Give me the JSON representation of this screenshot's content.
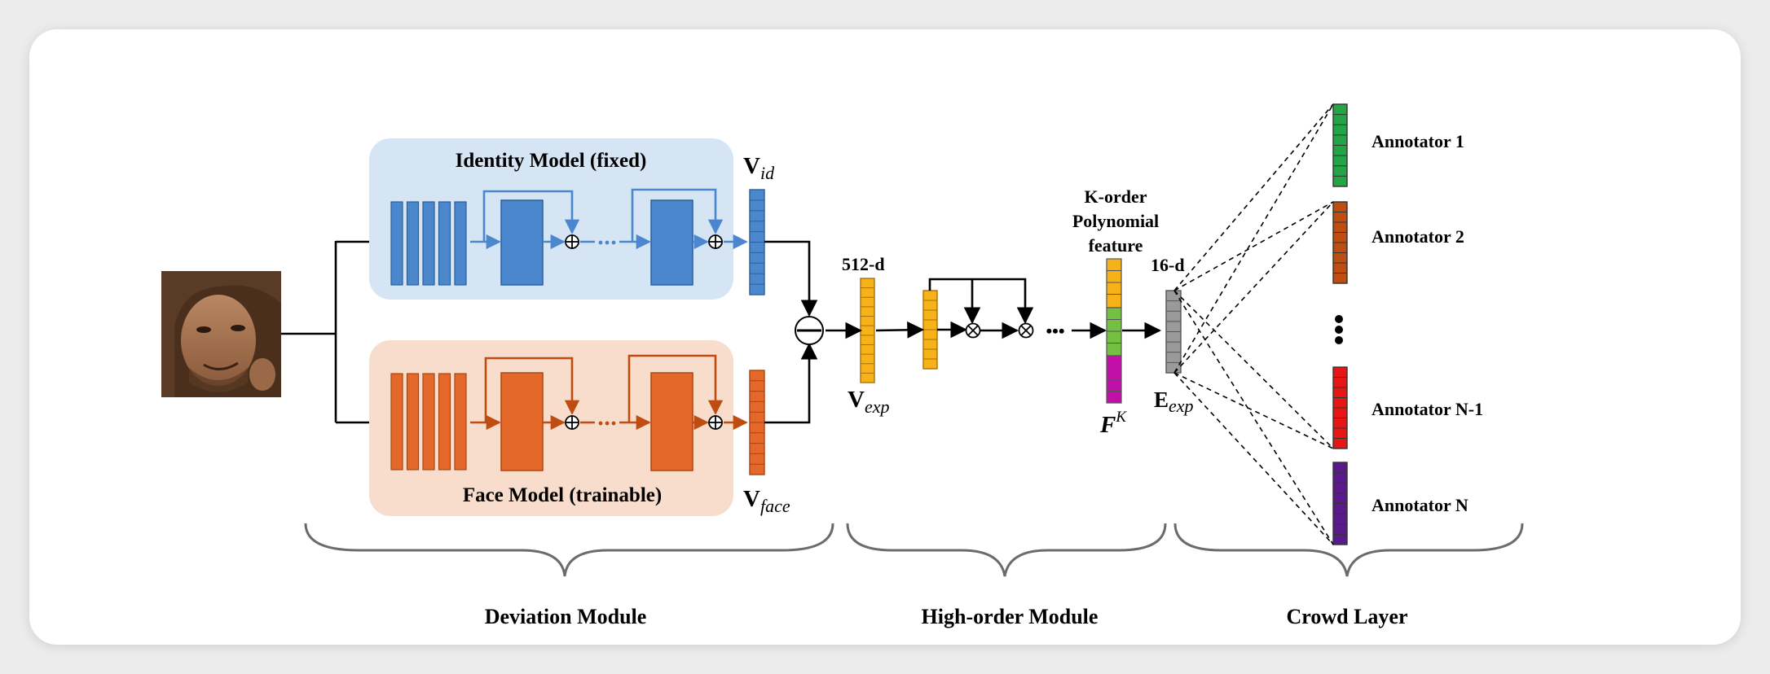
{
  "identity_model": {
    "title": "Identity Model (fixed)"
  },
  "face_model": {
    "title": "Face Model (trainable)"
  },
  "vectors": {
    "v_id": {
      "main": "V",
      "sub": "id"
    },
    "v_face": {
      "main": "V",
      "sub": "face"
    },
    "v_exp": {
      "main": "V",
      "sub": "exp",
      "dim": "512-d"
    },
    "fk": {
      "main": "F",
      "sup": "K"
    },
    "e_exp": {
      "main": "E",
      "sub": "exp",
      "dim": "16-d"
    }
  },
  "polynomial_caption": [
    "K-order",
    "Polynomial",
    "feature"
  ],
  "annotators": [
    "Annotator 1",
    "Annotator 2",
    "Annotator N-1",
    "Annotator N"
  ],
  "modules": [
    "Deviation Module",
    "High-order Module",
    "Crowd Layer"
  ],
  "ellipsis": "•••",
  "colors": {
    "identity_bg": "#d6e5f3",
    "identity_fill": "#4a87cc",
    "face_bg": "#f8ddcc",
    "face_fill": "#e5682b",
    "vexp_fill": "#f7b21a",
    "poly_green": "#74c043",
    "poly_magenta": "#c20fa8",
    "eexp_fill": "#9a9a9a",
    "ann1": "#22a545",
    "ann2": "#bf4d12",
    "annN1": "#e81515",
    "annN": "#5b1a8c"
  },
  "icons": [
    "face-photo",
    "sum-node-icon",
    "multiply-node-icon",
    "subtract-node-icon"
  ]
}
